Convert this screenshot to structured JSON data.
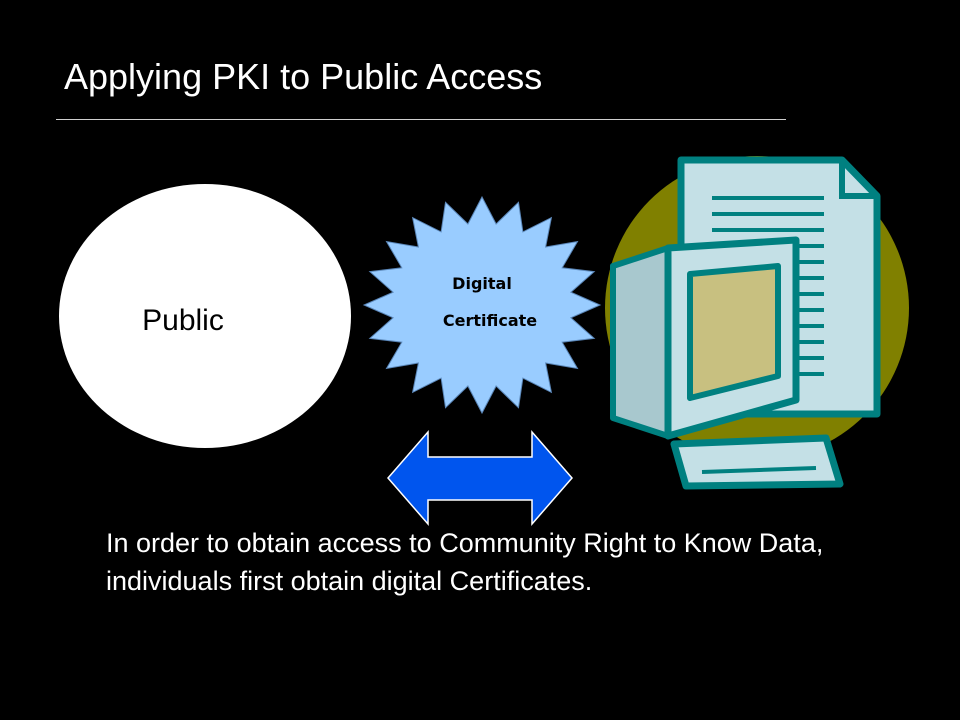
{
  "slide": {
    "title": "Applying PKI to Public Access",
    "body": "In order to obtain access to Community Right to Know Data, individuals first obtain digital Certificates."
  },
  "diagram": {
    "public_label": "Public",
    "certificate_line1": "Digital",
    "certificate_line2": "Certificate"
  },
  "colors": {
    "background": "#000000",
    "public_circle": "#ffffff",
    "certificate_burst": "#99ccff",
    "arrow": "#0055ee",
    "computer_backdrop": "#808000",
    "computer_body": "#c4e0e6",
    "computer_outline": "#008080",
    "screen": "#c8c080"
  },
  "icons": {
    "public": "circle",
    "certificate": "starburst-icon",
    "arrow": "double-arrow-icon",
    "computer": "computer-document-icon"
  }
}
